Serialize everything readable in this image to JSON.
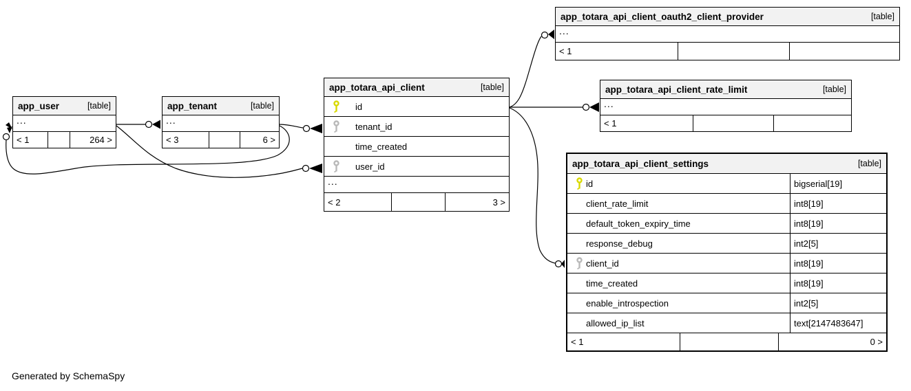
{
  "credit": "Generated by SchemaSpy",
  "colors": {
    "primary_key": "#d9d900",
    "foreign_key": "#b9b9b9",
    "header_bg": "#f2f2f2",
    "border": "#000000"
  },
  "tables": {
    "app_user": {
      "name": "app_user",
      "tag": "[table]",
      "ellipsis": "...",
      "footer": {
        "left": "< 1",
        "mid": "",
        "right": "264 >"
      }
    },
    "app_tenant": {
      "name": "app_tenant",
      "tag": "[table]",
      "ellipsis": "...",
      "footer": {
        "left": "< 3",
        "mid": "",
        "right": "6 >"
      }
    },
    "api_client": {
      "name": "app_totara_api_client",
      "tag": "[table]",
      "columns": [
        {
          "name": "id",
          "key": "pk"
        },
        {
          "name": "tenant_id",
          "key": "fk"
        },
        {
          "name": "time_created",
          "key": ""
        },
        {
          "name": "user_id",
          "key": "fk"
        }
      ],
      "ellipsis": "...",
      "footer": {
        "left": "< 2",
        "mid": "",
        "right": "3 >"
      }
    },
    "oauth2_provider": {
      "name": "app_totara_api_client_oauth2_client_provider",
      "tag": "[table]",
      "ellipsis": "...",
      "footer": {
        "left": "< 1",
        "mid": "",
        "right": ""
      }
    },
    "rate_limit": {
      "name": "app_totara_api_client_rate_limit",
      "tag": "[table]",
      "ellipsis": "...",
      "footer": {
        "left": "< 1",
        "mid": "",
        "right": ""
      }
    },
    "settings": {
      "name": "app_totara_api_client_settings",
      "tag": "[table]",
      "columns": [
        {
          "name": "id",
          "type": "bigserial[19]",
          "key": "pk"
        },
        {
          "name": "client_rate_limit",
          "type": "int8[19]",
          "key": ""
        },
        {
          "name": "default_token_expiry_time",
          "type": "int8[19]",
          "key": ""
        },
        {
          "name": "response_debug",
          "type": "int2[5]",
          "key": ""
        },
        {
          "name": "client_id",
          "type": "int8[19]",
          "key": "fk"
        },
        {
          "name": "time_created",
          "type": "int8[19]",
          "key": ""
        },
        {
          "name": "enable_introspection",
          "type": "int2[5]",
          "key": ""
        },
        {
          "name": "allowed_ip_list",
          "type": "text[2147483647]",
          "key": ""
        }
      ],
      "footer": {
        "left": "< 1",
        "mid": "",
        "right": "0 >"
      }
    }
  }
}
